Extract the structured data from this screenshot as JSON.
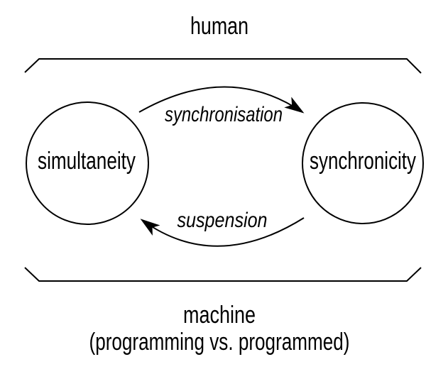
{
  "diagram": {
    "top_domain": {
      "label": "human"
    },
    "bottom_domain": {
      "label": "machine",
      "sublabel": "(programming vs. programmed)"
    },
    "nodes": {
      "left": {
        "label": "simultaneity"
      },
      "right": {
        "label": "synchronicity"
      }
    },
    "arrows": {
      "forward": {
        "label": "synchronisation",
        "from": "simultaneity",
        "to": "synchronicity"
      },
      "backward": {
        "label": "suspension",
        "from": "synchronicity",
        "to": "simultaneity"
      }
    },
    "colors": {
      "ink": "#000000",
      "background": "#ffffff"
    }
  }
}
